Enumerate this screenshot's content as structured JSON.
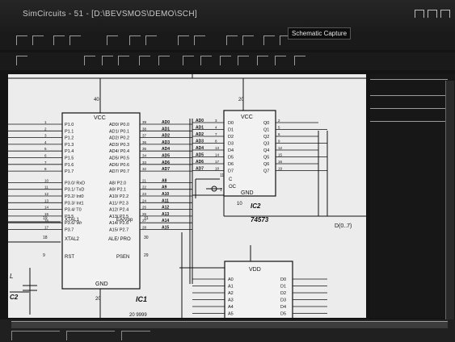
{
  "window": {
    "title": "SimCircuits - 51 - [D:\\BEVSMOS\\DEMO\\SCH]",
    "badge": "Schematic Capture"
  },
  "chips": {
    "ic1": {
      "name": "IC1",
      "vcc": "VCC",
      "gnd": "GND",
      "vcc_pin": "40",
      "gnd_pin": "20",
      "left_pins": [
        "P1.0",
        "P1.1",
        "P1.2",
        "P1.3",
        "P1.4",
        "P1.5",
        "P1.6",
        "P1.7",
        "P3.0/ RxD",
        "P3.1/ TxD",
        "P3.2/ Int0",
        "P3.3/ Int1",
        "P3.4/ T0",
        "P3.5",
        "P3.6/ Wr",
        "P3.7"
      ],
      "left_nums": [
        "1",
        "2",
        "3",
        "4",
        "5",
        "6",
        "7",
        "8",
        "10",
        "11",
        "12",
        "13",
        "14",
        "15",
        "16",
        "17"
      ],
      "right_pins": [
        "AD0/ P0.0",
        "AD1/ P0.1",
        "AD2/ P0.2",
        "AD3/ P0.3",
        "AD4/ P0.4",
        "AD5/ P0.5",
        "AD6/ P0.6",
        "AD7/ P0.7",
        "A8/ P2.0",
        "A9/ P2.1",
        "A10/ P2.2",
        "A11/ P2.3",
        "A12/ P2.4",
        "A13/ P2.5",
        "A14/ P2.6",
        "A15/ P2.7"
      ],
      "right_nums": [
        "39",
        "38",
        "37",
        "36",
        "35",
        "34",
        "33",
        "32",
        "21",
        "22",
        "23",
        "24",
        "25",
        "26",
        "27",
        "28"
      ],
      "right_nets": [
        "AD0",
        "AD1",
        "AD2",
        "AD3",
        "AD4",
        "AD5",
        "AD6",
        "AD7",
        "A8",
        "A9",
        "A10",
        "A11",
        "A12",
        "A13",
        "A14",
        "A15"
      ],
      "xtal1": "XTAL1",
      "xtal2": "XTAL2",
      "rst": "RST",
      "xtal1_num": "19",
      "xtal2_num": "18",
      "rst_num": "9",
      "ea": "EA/Vpp",
      "ale": "ALE/ PRO",
      "psen": "PSEN",
      "ea_num": "31",
      "ale_num": "30",
      "psen_num": "29"
    },
    "ic2": {
      "name": "IC2",
      "part": "74573",
      "vcc": "VCC",
      "gnd": "GND",
      "vcc_pin": "20",
      "gnd_pin": "10",
      "d_pins": [
        "D0",
        "D1",
        "D2",
        "D3",
        "D4",
        "D5",
        "D6",
        "D7"
      ],
      "q_pins": [
        "Q0",
        "Q1",
        "Q2",
        "Q3",
        "Q4",
        "Q5",
        "Q6",
        "Q7"
      ],
      "d_nets": [
        "AD0",
        "AD1",
        "AD2",
        "AD3",
        "AD4",
        "AD5",
        "AD6",
        "AD7"
      ],
      "d_nums": [
        "3",
        "4",
        "7",
        "8",
        "13",
        "14",
        "17",
        "18"
      ],
      "q_nums": [
        "2",
        "5",
        "6",
        "9",
        "12",
        "15",
        "16",
        "19"
      ],
      "c": "C",
      "oc": "OC",
      "c_num": "11",
      "oc_num": "1"
    },
    "ic3": {
      "vdd": "VDD",
      "a_pins": [
        "A0",
        "A1",
        "A2",
        "A3",
        "A4",
        "A5"
      ],
      "d_pins": [
        "D0",
        "D1",
        "D2",
        "D3",
        "D4",
        "D5"
      ]
    }
  },
  "labels": {
    "c2": "C2",
    "l": "L",
    "bus_label": "D(0..7)",
    "cut_text": "20 9999"
  }
}
